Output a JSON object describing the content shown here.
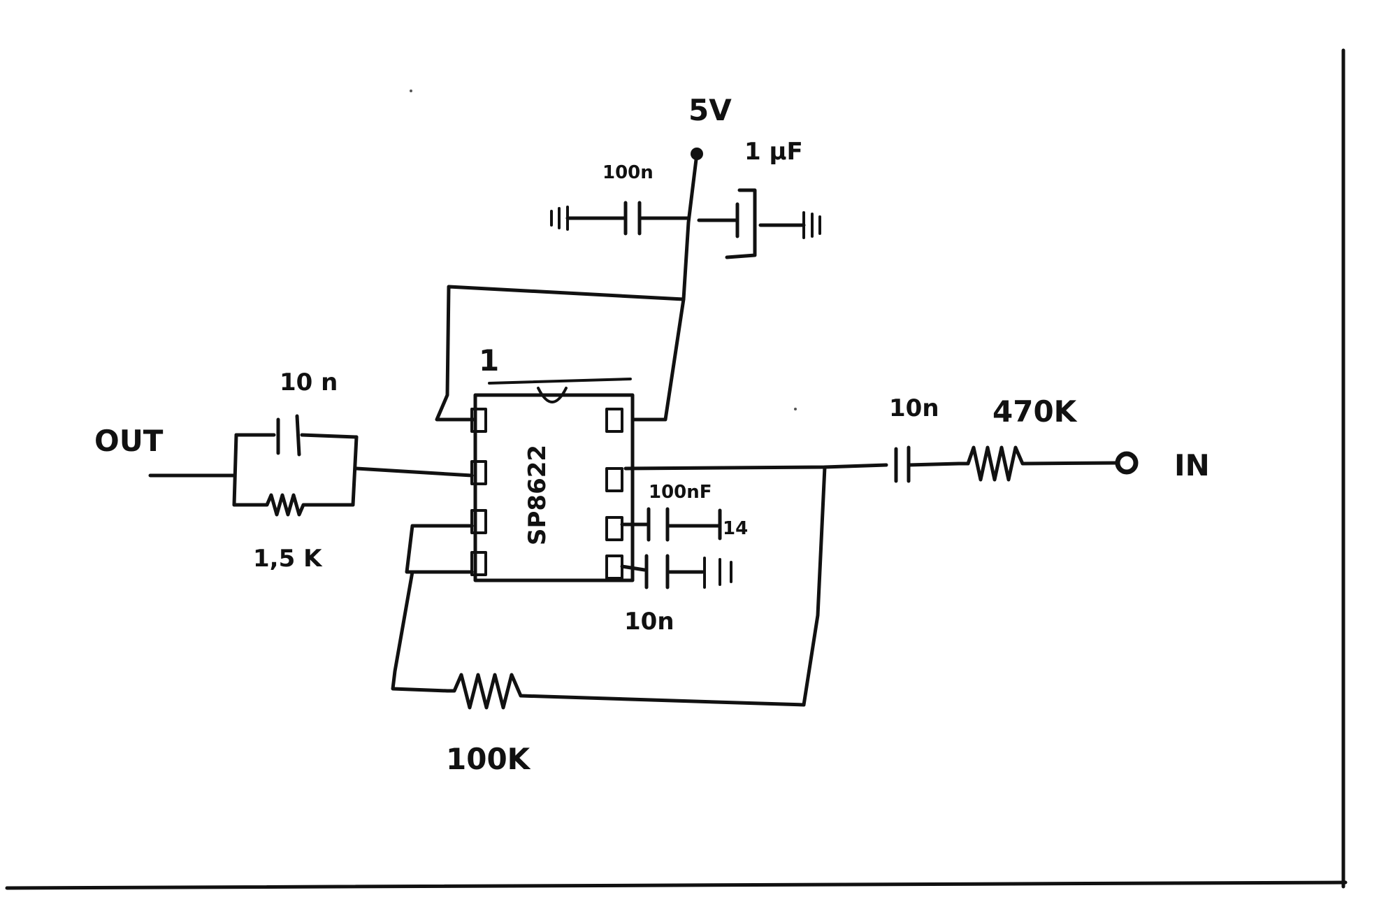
{
  "schematic": {
    "supply": {
      "label": "5V"
    },
    "chip": {
      "part": "SP8622",
      "pin1": "1",
      "pin_tag": "14"
    },
    "ports": {
      "output": "OUT",
      "input": "IN"
    },
    "components": {
      "c_supply_100n": "100n",
      "c_supply_1uF": "1 µF",
      "c_out_10n": "10 n",
      "r_out_1k5": "1,5 K",
      "c_in_10n": "10n",
      "r_in_470k": "470K",
      "c_100nF": "100nF",
      "c_10n_low": "10n",
      "r_fb_100k": "100K"
    }
  }
}
